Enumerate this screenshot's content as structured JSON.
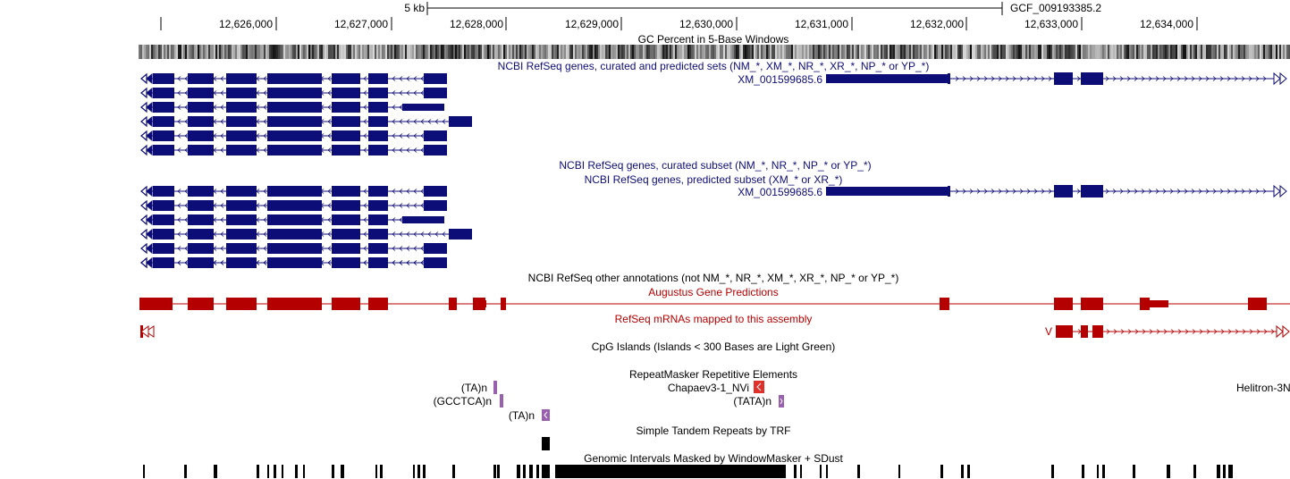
{
  "ruler": {
    "scale_label": "5 kb",
    "assembly": "GCF_009193385.2",
    "ticks": [
      "12,626,000",
      "12,627,000",
      "12,628,000",
      "12,629,000",
      "12,630,000",
      "12,631,000",
      "12,632,000",
      "12,633,000",
      "12,634,000"
    ]
  },
  "tracks": {
    "gc_percent": "GC Percent in 5-Base Windows",
    "refseq_all": "NCBI RefSeq genes, curated and predicted sets (NM_*, XM_*, NR_*, XR_*, NP_* or YP_*)",
    "refseq_all_gene": "XM_001599685.6",
    "refseq_curated": "NCBI RefSeq genes, curated subset (NM_*, NR_*, NP_* or YP_*)",
    "refseq_predicted": "NCBI RefSeq genes, predicted subset (XM_* or XR_*)",
    "refseq_predicted_gene": "XM_001599685.6",
    "refseq_other": "NCBI RefSeq other annotations (not NM_*, NR_*, XM_*, XR_*, NP_* or YP_*)",
    "augustus": "Augustus Gene Predictions",
    "refseq_mrnas": "RefSeq mRNAs mapped to this assembly",
    "mrna_marker": "V",
    "cpg": "CpG Islands (Islands < 300 Bases are Light Green)",
    "repeatmasker": "RepeatMasker Repetitive Elements",
    "repeat_items": [
      "(TA)n",
      "(GCCTCA)n",
      "(TA)n",
      "Chapaev3-1_NVi",
      "(TATA)n",
      "Helitron-3N"
    ],
    "trf": "Simple Tandem Repeats by TRF",
    "windowmasker": "Genomic Intervals Masked by WindowMasker + SDust"
  },
  "colors": {
    "navy": "#0d0d78",
    "red": "#b50000",
    "repeat_purple": "#9a60b0",
    "repeat_red": "#e0302a"
  }
}
